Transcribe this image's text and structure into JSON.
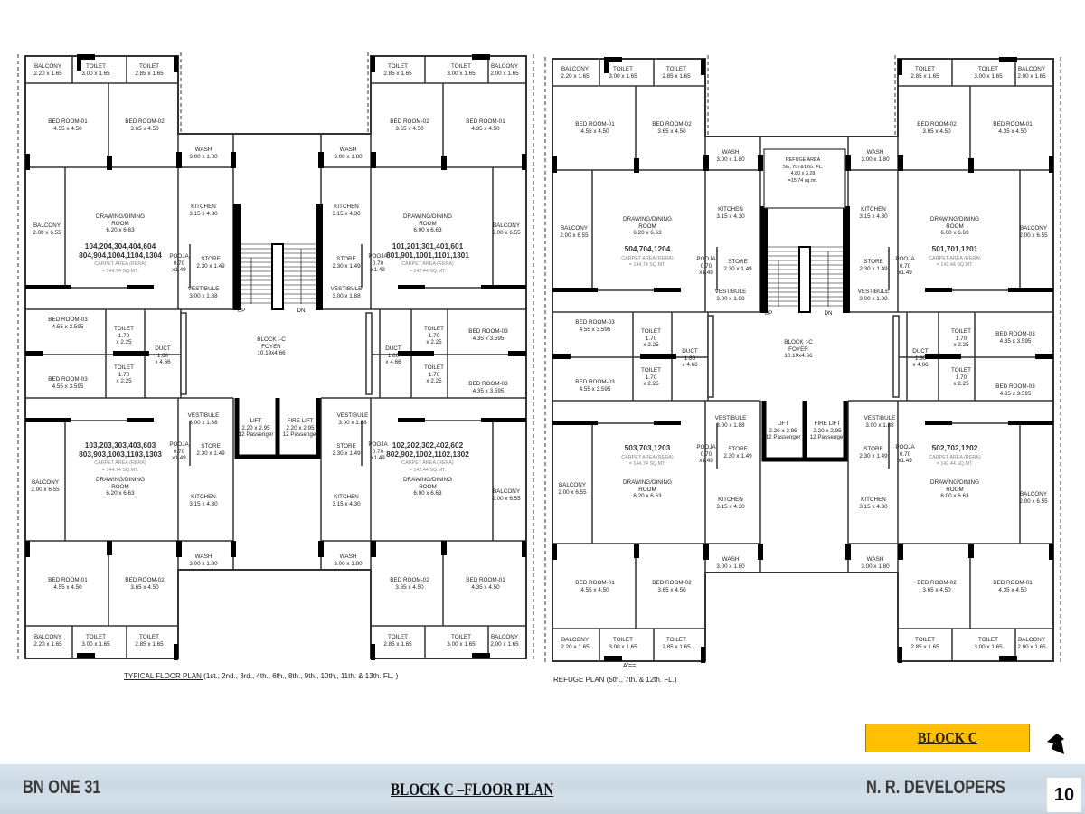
{
  "plans": [
    {
      "caption_underlined": "TYPICAL FLOOR PLAN ",
      "caption_rest": "(1st., 2nd., 3rd., 4th., 6th., 8th., 9th., 10th., 11th. & 13th. FL. )",
      "rooms": [
        [
          "BALCONY",
          "2.20 x 1.65"
        ],
        [
          "TOILET",
          "3.00 x 1.65"
        ],
        [
          "TOILET",
          "2.85 x 1.65"
        ],
        [
          "BED ROOM-01",
          "4.55 x 4.50"
        ],
        [
          "BED ROOM-02",
          "3.65 x 4.50"
        ],
        [
          "WASH",
          "3.00 x 1.80"
        ],
        [
          "KITCHEN",
          "3.15 x 4.30"
        ],
        [
          "DRAWING/DINING",
          "ROOM",
          "6.20 x 6.63"
        ],
        [
          "BALCONY",
          "2.00 x 6.55"
        ],
        [
          "POOJA",
          "0.70",
          "x1.49"
        ],
        [
          "STORE",
          "2.30 x 1.49"
        ],
        [
          "VESTIBULE",
          "3.00 x 1.88"
        ],
        [
          "TOILET",
          "2.85 x 1.65"
        ],
        [
          "TOILET",
          "3.00 x 1.65"
        ],
        [
          "BALCONY",
          "2.00 x 1.65"
        ],
        [
          "BED ROOM-02",
          "3.65 x 4.50"
        ],
        [
          "BED ROOM-01",
          "4.35 x 4.50"
        ],
        [
          "WASH",
          "3.00 x 1.80"
        ],
        [
          "KITCHEN",
          "3.15 x 4.30"
        ],
        [
          "DRAWING/DINING",
          "ROOM",
          "6.00 x 6.63"
        ],
        [
          "BALCONY",
          "2.00 x 6.55"
        ],
        [
          "STORE",
          "2.30 x 1.49"
        ],
        [
          "POOJA",
          "0.70",
          "x1.49"
        ],
        [
          "VESTIBULE",
          "3.00 x 1.88"
        ],
        [
          "BED ROOM-03",
          "4.55 x 3.595"
        ],
        [
          "BED ROOM-03",
          "4.55 x 3.595"
        ],
        [
          "TOILET",
          "1.70",
          "x 2.25"
        ],
        [
          "TOILET",
          "1.70",
          "x 2.25"
        ],
        [
          "DUCT",
          "1.80",
          "x 4.66"
        ],
        [
          "BLOCK :-C",
          "FOYER",
          "10.19x4.66"
        ],
        [
          "DUCT",
          "1.80",
          "x 4.66"
        ],
        [
          "TOILET",
          "1.70",
          "x 2.25"
        ],
        [
          "TOILET",
          "1.70",
          "x 2.25"
        ],
        [
          "BED ROOM-03",
          "4.35 x 3.595"
        ],
        [
          "BED ROOM-03",
          "4.35 x 3.595"
        ],
        [
          "UP"
        ],
        [
          "DN"
        ],
        [
          "VESTIBULE",
          "3.00 x 1.88"
        ],
        [
          "LIFT",
          "2.20 x 2.95",
          "12 Passenger"
        ],
        [
          "FIRE LIFT",
          "2.20 x 2.95",
          "12 Passenger"
        ],
        [
          "VESTIBULE",
          "3.00 x 1.88"
        ],
        [
          "POOJA",
          "0.70",
          "x1.49"
        ],
        [
          "STORE",
          "2.30 x 1.49"
        ],
        [
          "BALCONY",
          "2.00 x 6.55"
        ],
        [
          "DRAWING/DINING",
          "ROOM",
          "6.20 x 6.63"
        ],
        [
          "KITCHEN",
          "3.15 x 4.30"
        ],
        [
          "STORE",
          "2.30 x 1.49"
        ],
        [
          "POOJA",
          "0.70",
          "x1.49"
        ],
        [
          "DRAWING/DINING",
          "ROOM",
          "6.00 x 6.63"
        ],
        [
          "BALCONY",
          "2.00 x 6.55"
        ],
        [
          "KITCHEN",
          "3.15 x 4.30"
        ],
        [
          "WASH",
          "3.00 x 1.80"
        ],
        [
          "WASH",
          "3.00 x 1.80"
        ],
        [
          "BED ROOM-01",
          "4.55 x 4.50"
        ],
        [
          "BED ROOM-02",
          "3.65 x 4.50"
        ],
        [
          "BED ROOM-02",
          "3.65 x 4.50"
        ],
        [
          "BED ROOM-01",
          "4.35 x 4.50"
        ],
        [
          "BALCONY",
          "2.20 x 1.65"
        ],
        [
          "TOILET",
          "3.00 x 1.65"
        ],
        [
          "TOILET",
          "2.85 x 1.65"
        ],
        [
          "TOILET",
          "2.85 x 1.65"
        ],
        [
          "TOILET",
          "3.00 x 1.65"
        ],
        [
          "BALCONY",
          "2.00 x 1.65"
        ]
      ],
      "units": [
        {
          "numbers": [
            "104,204,304,404,604",
            "804,904,1004,1104,1304"
          ],
          "carpet": [
            "CARPET AREA (RERA)",
            "= 144.74 SQ.MT."
          ]
        },
        {
          "numbers": [
            "101,201,301,401,601",
            "801,901,1001,1101,1301"
          ],
          "carpet": [
            "CARPET AREA (RERA)",
            "= 142.44 SQ.MT."
          ]
        },
        {
          "numbers": [
            "103,203,303,403,603",
            "803,903,1003,1103,1303"
          ],
          "carpet": [
            "CARPET AREA (RERA)",
            "= 144.74 SQ.MT."
          ]
        },
        {
          "numbers": [
            "102,202,302,402,602",
            "802,902,1002,1102,1302"
          ],
          "carpet": [
            "CARPET AREA (RERA)",
            "= 142.44 SQ.MT."
          ]
        }
      ]
    },
    {
      "caption_underlined": "",
      "caption_rest": "REFUGE PLAN  (5th., 7th. & 12th. FL.)",
      "section_mark": "A'==",
      "refuge": [
        "REFUGE AREA",
        "5th, 7th &12th. FL.",
        "4.80 x 3.28",
        "=15.74 sq.mt."
      ],
      "rooms": "same-as-typical",
      "units": [
        {
          "numbers": [
            "504,704,1204"
          ],
          "carpet": [
            "CARPET AREA (RERA)",
            "= 144.74 SQ.MT."
          ]
        },
        {
          "numbers": [
            "501,701,1201"
          ],
          "carpet": [
            "CARPET AREA (RERA)",
            "= 142.44 SQ.MT."
          ]
        },
        {
          "numbers": [
            "503,703,1203"
          ],
          "carpet": [
            "CARPET AREA (RERA)",
            "= 144.74 SQ.MT."
          ]
        },
        {
          "numbers": [
            "502,702,1202"
          ],
          "carpet": [
            "CARPET AREA (RERA)",
            "= 142.44 SQ.MT."
          ]
        }
      ]
    }
  ],
  "block_button": {
    "label": "BLOCK C",
    "color": "#ffc000"
  },
  "nav_icon": "arrow-icon",
  "footer": {
    "project": "BN ONE 31",
    "title": "BLOCK C –FLOOR PLAN",
    "developer": "N. R. DEVELOPERS",
    "page_number": "10"
  }
}
